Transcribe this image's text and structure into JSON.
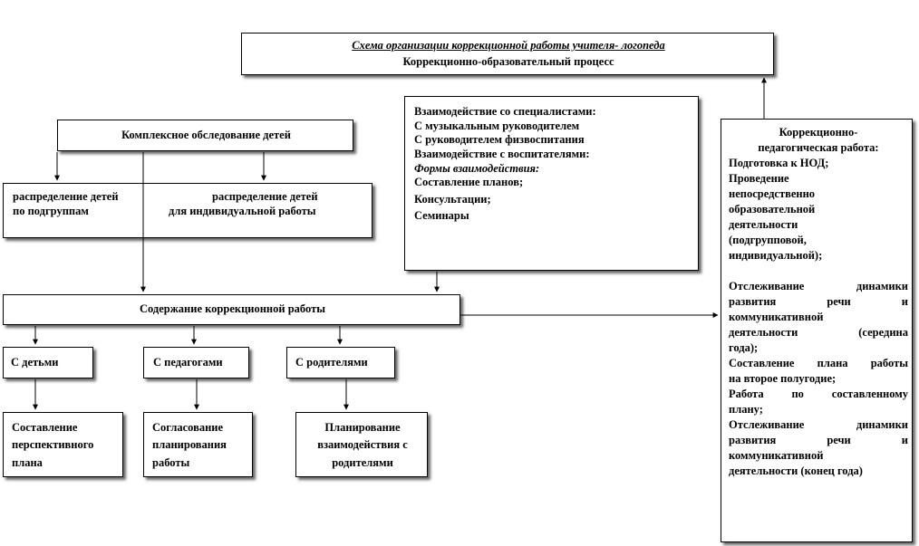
{
  "title": {
    "line1": "Схема организации коррекционной работы учителя- логопеда",
    "line2": "Коррекционно-образовательный процесс"
  },
  "exam": {
    "label": "Комплексное обследование детей"
  },
  "distribution": {
    "left_line1": "распределение детей",
    "left_line2": "по подгруппам",
    "right_line1": "распределение детей",
    "right_line2": "для индивидуальной работы"
  },
  "specialists": {
    "line1": "Взаимодействие со специалистами:",
    "line2": "С музыкальным руководителем",
    "line3": "С руководителем физвоспитания",
    "line4": "Взаимодействие с воспитателями:",
    "line5": "Формы взаимодействия:",
    "line6": "Составление планов;",
    "line7": "Консультации;",
    "line8": "Семинары"
  },
  "content": {
    "label": "Содержание коррекционной работы"
  },
  "groups": {
    "children": "С детьми",
    "teachers": "С педагогами",
    "parents": "С родителями"
  },
  "plans": {
    "children": [
      "Составление",
      "перспективного",
      "плана"
    ],
    "teachers": [
      "Согласование",
      "планирования",
      "работы"
    ],
    "parents": [
      "Планирование",
      "взаимодействия с",
      "родителями"
    ]
  },
  "right_panel": {
    "title1": "Коррекционно-",
    "title2": "педагогическая работа:",
    "l1": "Подготовка к НОД;",
    "l2": "Проведение",
    "l3": "непосредственно",
    "l4": "образовательной",
    "l5": "деятельности",
    "l6": "(подгрупповой,",
    "l7": "индивидуальной);",
    "j1": [
      "Отслеживание",
      "динамики"
    ],
    "j2": [
      "развития",
      "речи",
      "и"
    ],
    "l8": "коммуникативной",
    "j3": [
      "деятельности",
      "(середина"
    ],
    "l9": "года);",
    "j4": [
      "Составление",
      "плана",
      "работы"
    ],
    "l10": "на второе полугодие;",
    "j5": [
      "Работа",
      "по",
      "составленному"
    ],
    "l11": "плану;",
    "j6": [
      "Отслеживание",
      "динамики"
    ],
    "j7": [
      "развития",
      "речи",
      "и"
    ],
    "l12": "коммуникативной",
    "l13": "деятельности (конец года)"
  }
}
